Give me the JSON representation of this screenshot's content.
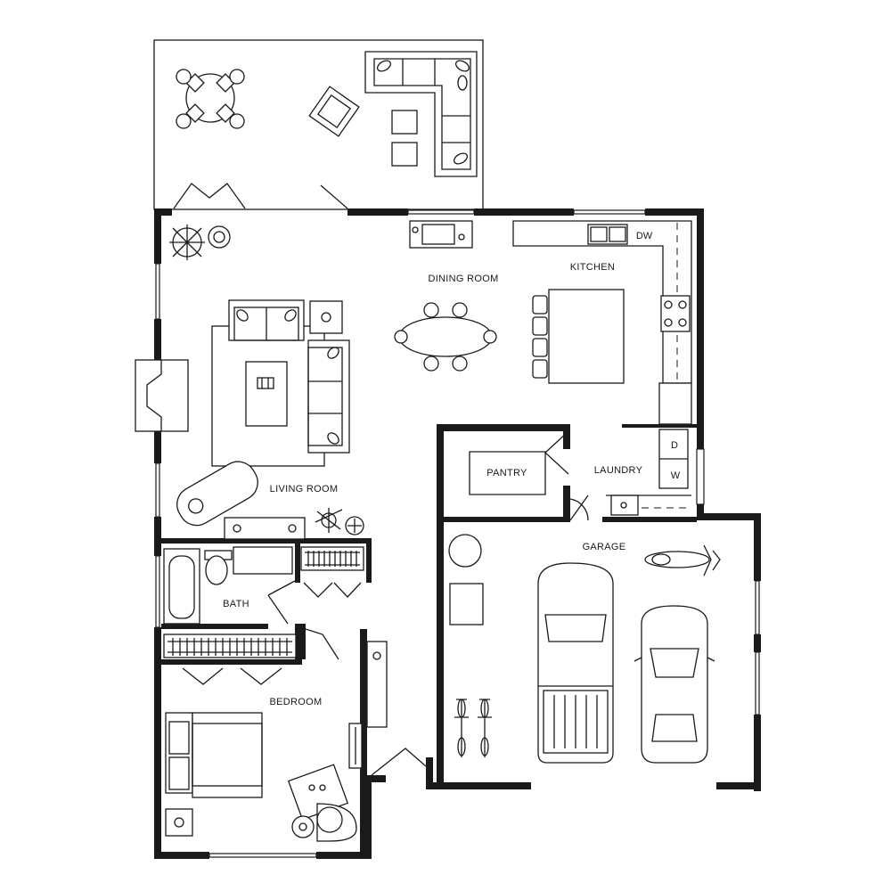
{
  "rooms": {
    "dining_room": "DINING ROOM",
    "kitchen": "KITCHEN",
    "living_room": "LIVING ROOM",
    "pantry": "PANTRY",
    "laundry": "LAUNDRY",
    "garage": "GARAGE",
    "bath": "BATH",
    "bedroom": "BEDROOM"
  },
  "appliances": {
    "dishwasher": "DW",
    "dryer": "D",
    "washer": "W"
  }
}
